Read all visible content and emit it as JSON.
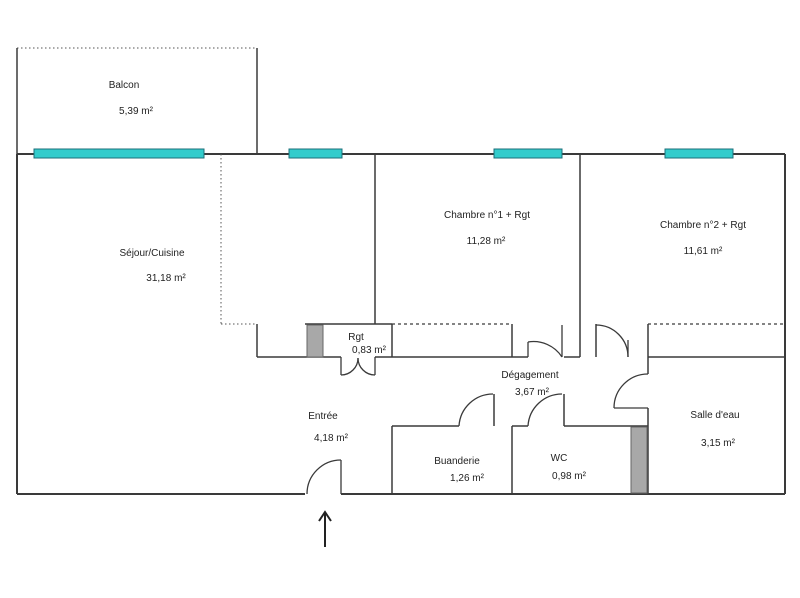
{
  "colors": {
    "wall": "#3a3a3a",
    "window": "#33cccc",
    "duct": "#a8a8a8",
    "background": "#ffffff"
  },
  "rooms": {
    "balcon": {
      "name": "Balcon",
      "area": "5,39  m²"
    },
    "sejour": {
      "name": "Séjour/Cuisine",
      "area": "31,18  m²"
    },
    "chambre1": {
      "name": "Chambre n°1 + Rgt",
      "area": "11,28  m²"
    },
    "chambre2": {
      "name": "Chambre n°2 + Rgt",
      "area": "11,61  m²"
    },
    "rgt": {
      "name": "Rgt",
      "area": "0,83  m²"
    },
    "degagement": {
      "name": "Dégagement",
      "area": "3,67  m²"
    },
    "entree": {
      "name": "Entrée",
      "area": "4,18  m²"
    },
    "salle_eau": {
      "name": "Salle d'eau",
      "area": "3,15  m²"
    },
    "buanderie": {
      "name": "Buanderie",
      "area": "1,26  m²"
    },
    "wc": {
      "name": "WC",
      "area": "0,98  m²"
    }
  },
  "icons": {
    "entrance": "entrance-arrow-icon"
  }
}
